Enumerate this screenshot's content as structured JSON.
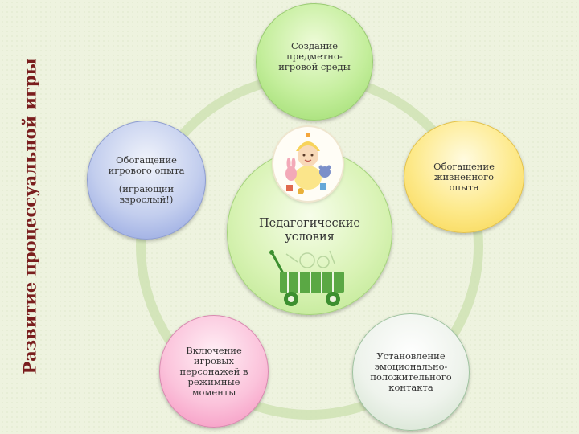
{
  "title": "Развитие процессуальной игры",
  "center": {
    "line1": "Педагогические",
    "line2": "условия"
  },
  "nodes": {
    "top": [
      "Создание",
      "предметно-",
      "игровой среды"
    ],
    "left": [
      "Обогащение",
      "игрового опыта"
    ],
    "left_sub": [
      "(играющий",
      "взрослый!)"
    ],
    "right": [
      "Обогащение",
      "жизненного",
      "опыта"
    ],
    "bottom_left": [
      "Включение",
      "игровых",
      "персонажей в",
      "режимные",
      "моменты"
    ],
    "bottom_right": [
      "Установление",
      "эмоционально-",
      "положительного",
      "контакта"
    ]
  },
  "colors": {
    "title": "#7a1e1e",
    "ring": "#cfe2b4",
    "green": "#b9e78e",
    "blue": "#a9b8e9",
    "yellow": "#fbe16e",
    "pink": "#f8a9cd",
    "white": "#eef3ec"
  },
  "icons": {
    "baby": "baby-with-toys-illustration",
    "cart": "toy-cart-icon"
  }
}
